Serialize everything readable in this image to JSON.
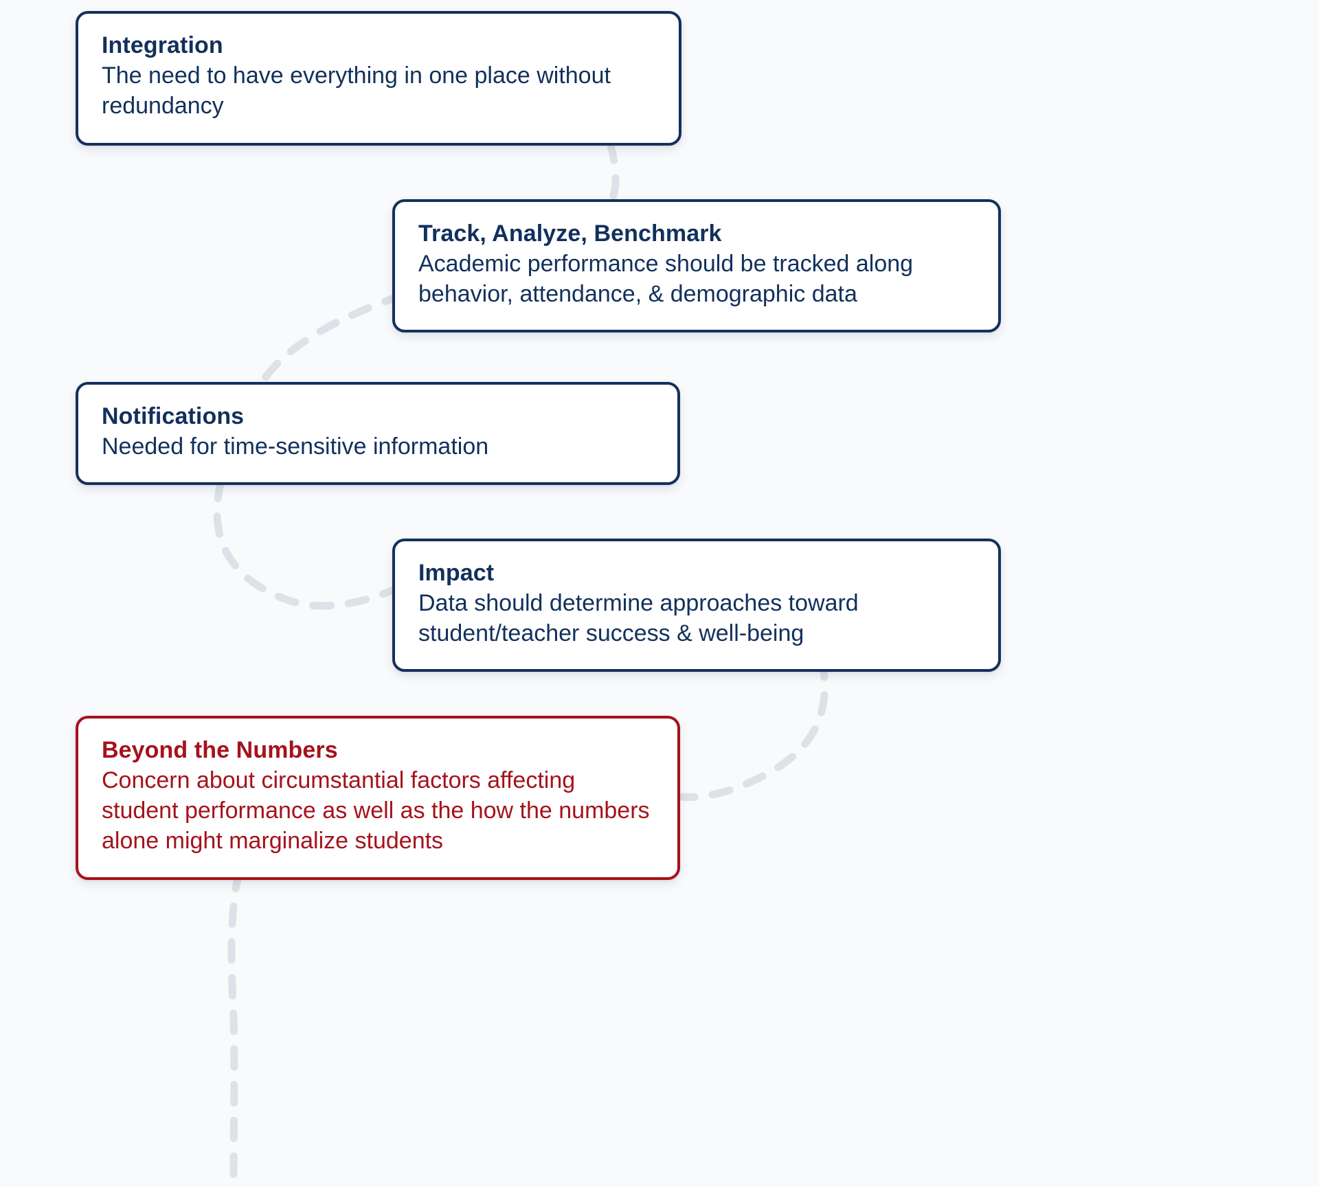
{
  "diagram": {
    "type": "flow-sequence",
    "background_color": "#f8fafc",
    "connector_color": "#dde2e8",
    "connector_style": "dashed-curve",
    "accent_navy": "#12305c",
    "accent_red": "#a5121c",
    "nodes": [
      {
        "id": "integration",
        "title": "Integration",
        "body": "The need to have everything in one place without redundancy",
        "color": "#12305c",
        "align": "left"
      },
      {
        "id": "track-analyze-benchmark",
        "title": "Track, Analyze, Benchmark",
        "body": "Academic performance should be tracked along behavior, attendance, & demographic data",
        "color": "#12305c",
        "align": "right"
      },
      {
        "id": "notifications",
        "title": "Notifications",
        "body": "Needed for time-sensitive information",
        "color": "#12305c",
        "align": "left"
      },
      {
        "id": "impact",
        "title": "Impact",
        "body": "Data should determine approaches toward student/teacher success & well-being",
        "color": "#12305c",
        "align": "right"
      },
      {
        "id": "beyond-the-numbers",
        "title": "Beyond the Numbers",
        "body": "Concern about circumstantial factors affecting student performance as well as the how the numbers alone might marginalize students",
        "color": "#a5121c",
        "align": "left"
      }
    ]
  }
}
